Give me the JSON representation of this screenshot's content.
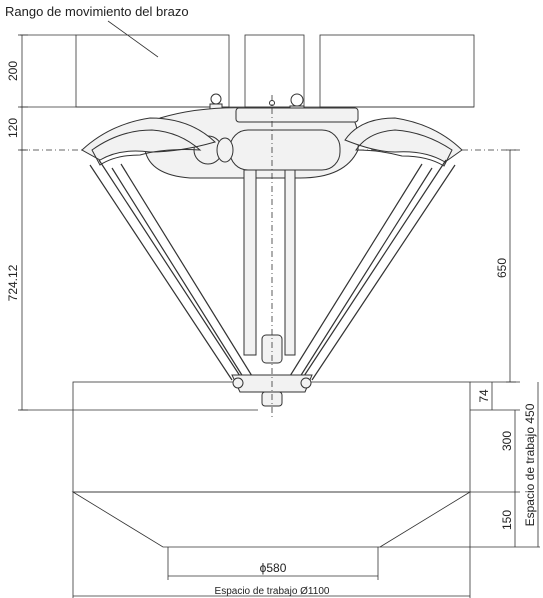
{
  "title": "Rango de movimiento del brazo",
  "dims": {
    "d200": "200",
    "d120": "120",
    "d72412": "724.12",
    "d650": "650",
    "d74": "74",
    "d300": "300",
    "d150": "150",
    "work_space_height": "Espacio de trabajo 450",
    "d580": "ϕ580",
    "work_space_diameter": "Espacio de trabajo Ø1100"
  },
  "colors": {
    "line": "#333333",
    "robot_fill": "#f2f2f2",
    "background": "#ffffff"
  }
}
